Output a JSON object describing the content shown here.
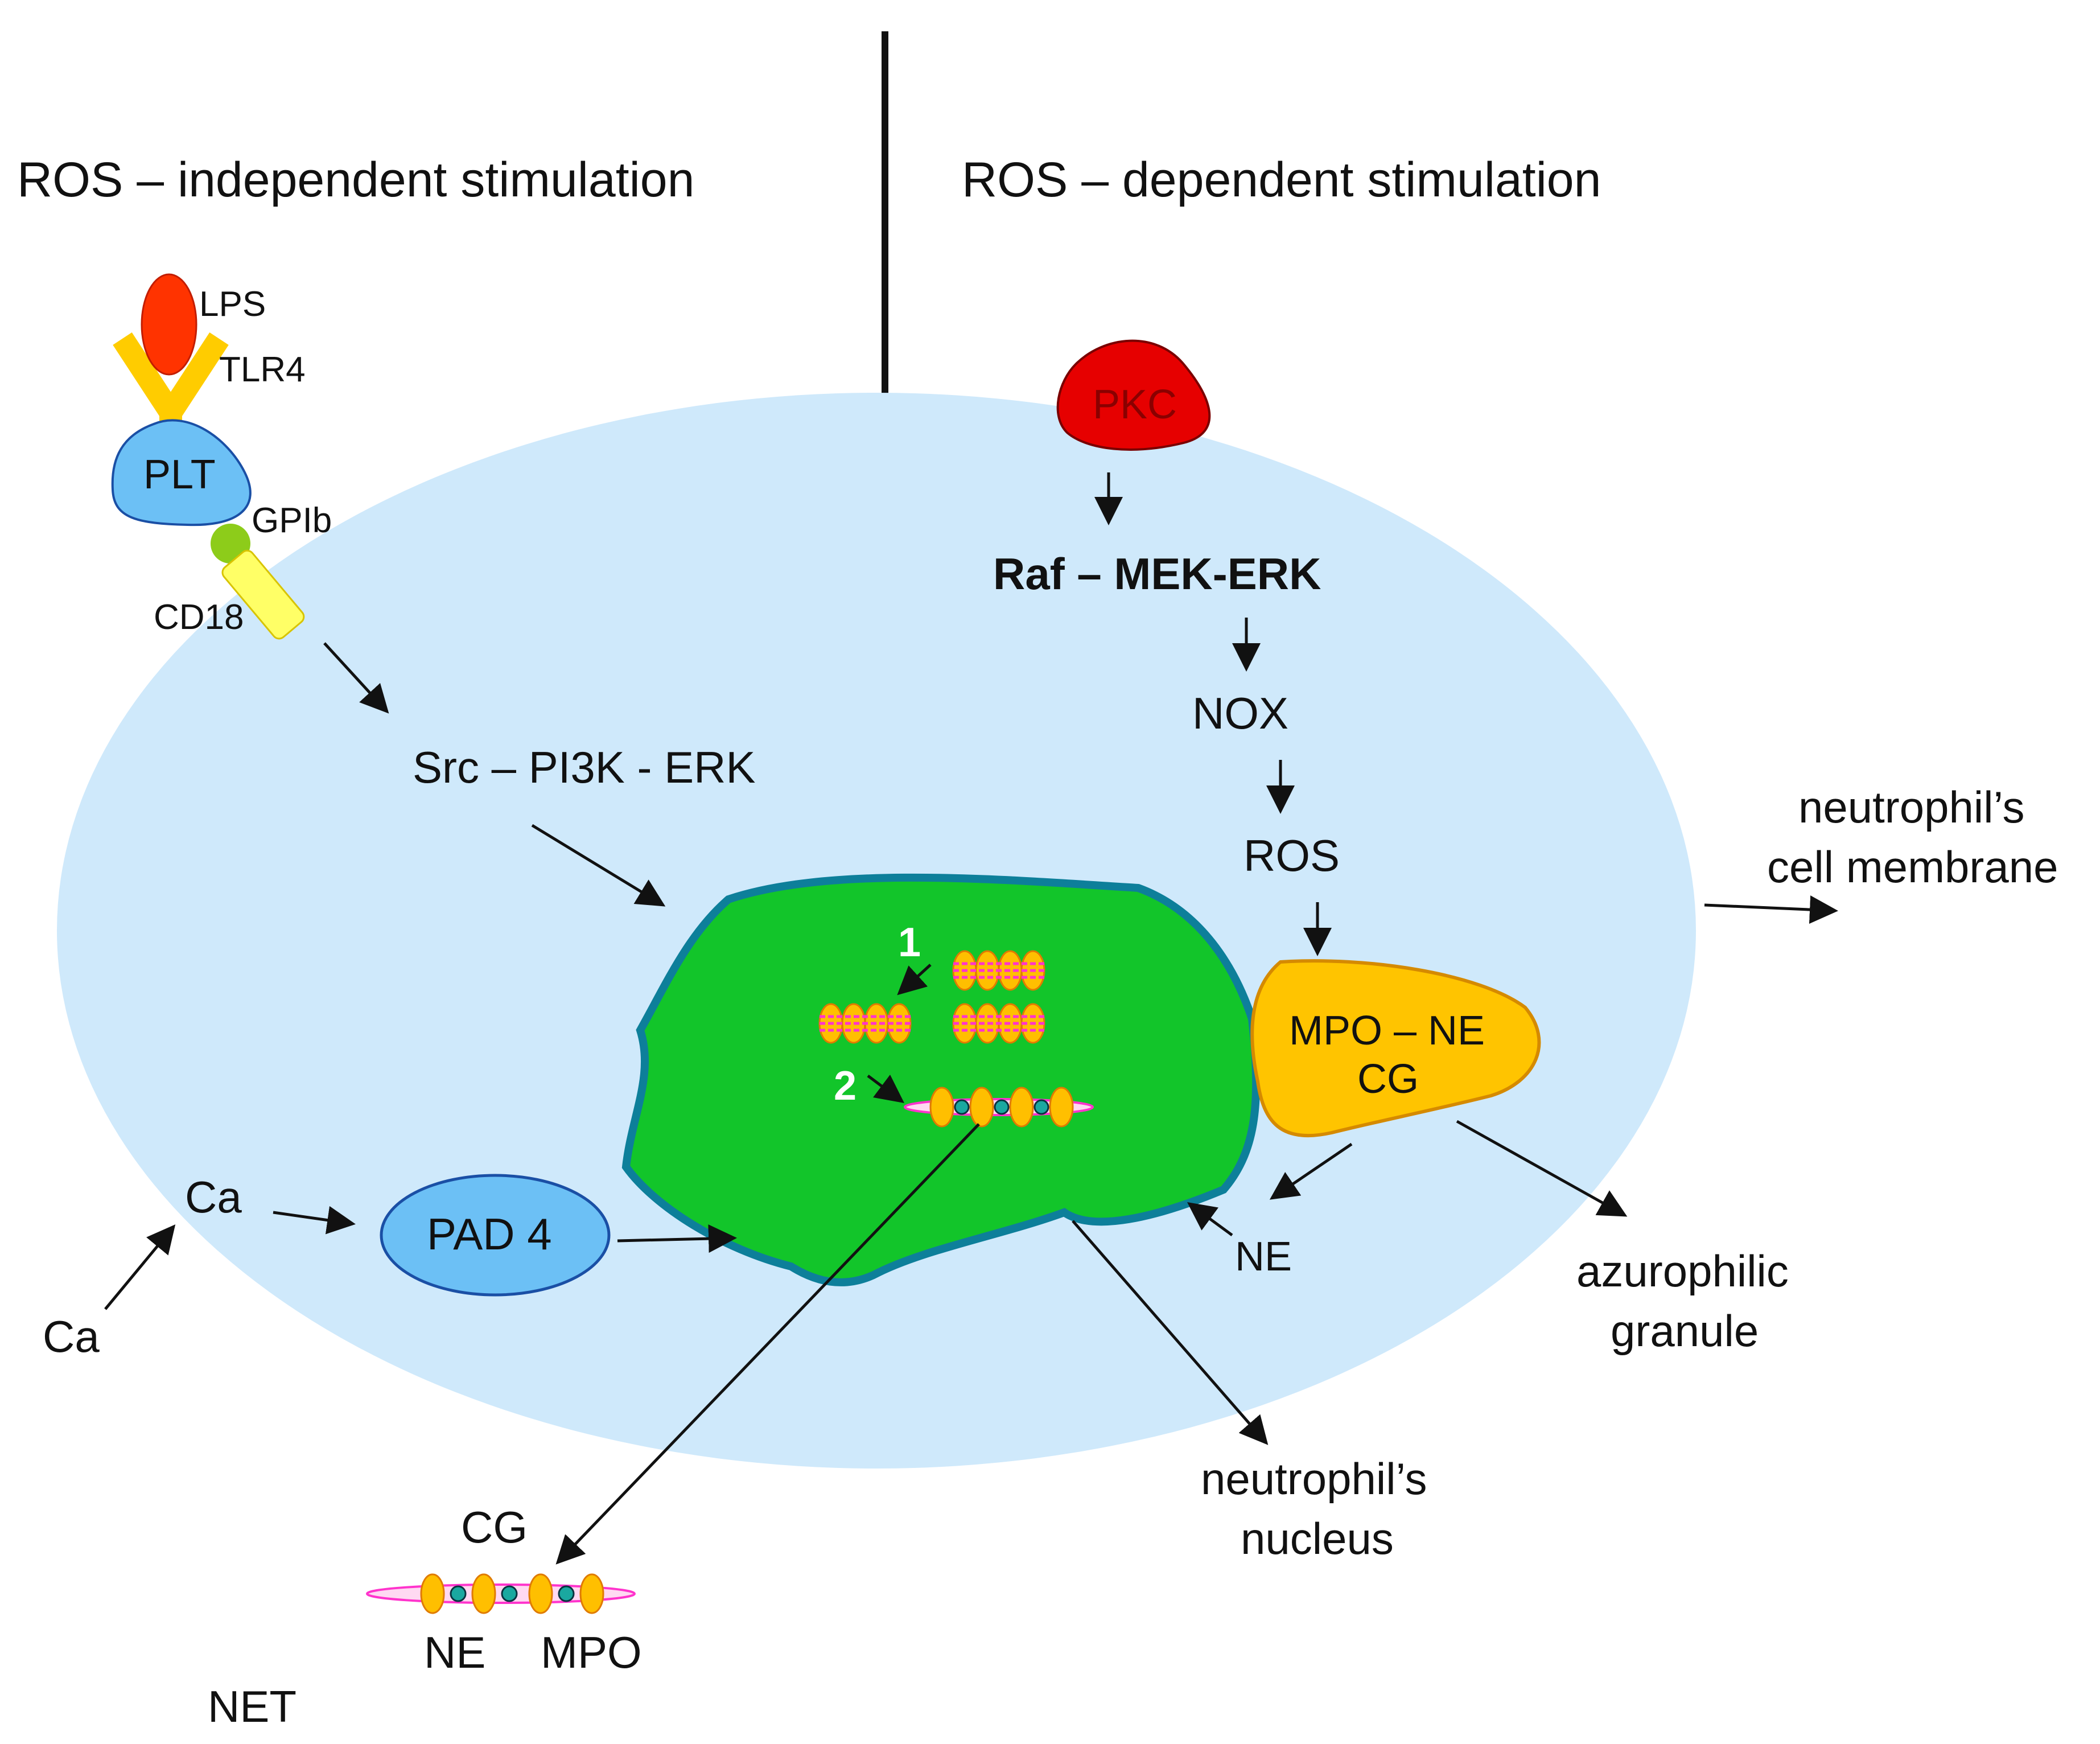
{
  "headings": {
    "left": "ROS – independent stimulation",
    "right": "ROS – dependent stimulation"
  },
  "receptors": {
    "lps": "LPS",
    "tlr4": "TLR4",
    "plt": "PLT",
    "gpib": "GPIb",
    "cd18": "CD18"
  },
  "left_pathway": {
    "signal": "Src – PI3K - ERK",
    "ca_inside": "Ca",
    "ca_outside": "Ca",
    "pad4": "PAD 4"
  },
  "right_pathway": {
    "pkc": "PKC",
    "raf": "Raf – MEK-ERK",
    "nox": "NOX",
    "ros": "ROS",
    "granule_line1": "MPO – NE",
    "granule_line2": "CG",
    "ne": "NE"
  },
  "nucleus": {
    "step1": "1",
    "step2": "2"
  },
  "labels": {
    "membrane_line1": "neutrophil’s",
    "membrane_line2": "cell membrane",
    "azurophilic_line1": "azurophilic",
    "azurophilic_line2": "granule",
    "nucleus_line1": "neutrophil’s",
    "nucleus_line2": "nucleus"
  },
  "net": {
    "cg": "CG",
    "ne": "NE",
    "mpo": "MPO",
    "title": "NET"
  },
  "colors": {
    "cell": "#cfe9fb",
    "nucleus": "#12c52a",
    "nucleus_border": "#0d7f9a",
    "granule": "#ffc400",
    "granule_border": "#d58a00",
    "pkc": "#e60000",
    "lps": "#ff3300",
    "tlr4": "#ffcc00",
    "plt": "#6cc0f5",
    "gpib": "#8dcc1a",
    "cd18": "#ffff66",
    "pad4": "#6cc0f5",
    "nucleosome": "#ffbf00",
    "dna": "#ff33cc"
  }
}
